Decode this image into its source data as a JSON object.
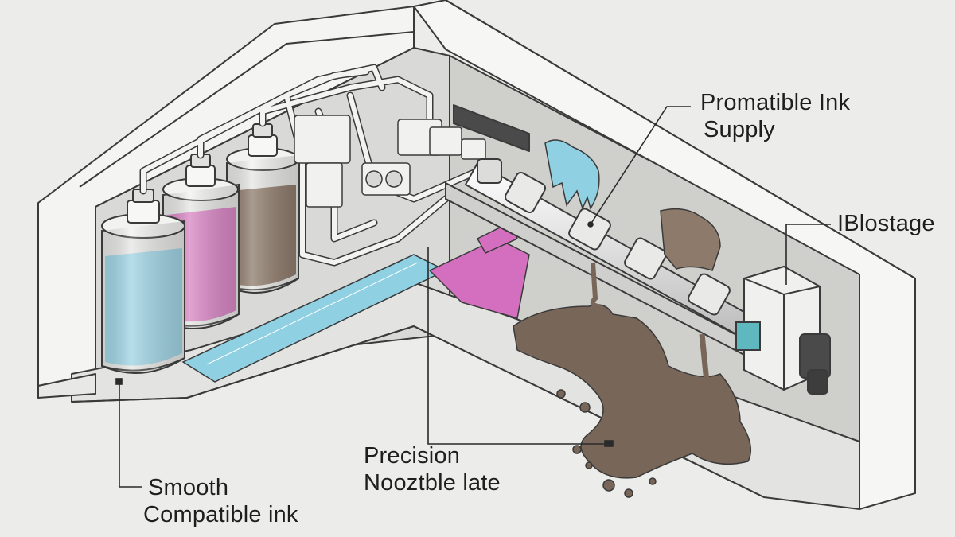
{
  "callouts": {
    "ink_supply": {
      "line1": "Promatible Ink",
      "line2": "Supply"
    },
    "stage": {
      "line1": "IBlostage"
    },
    "nozzle_plate": {
      "line1": "Precision",
      "line2": "Nooztble late"
    },
    "compatible_ink": {
      "line1": "Smooth",
      "line2": "Compatible ink"
    }
  },
  "reservoirs": [
    {
      "ink": "cyan",
      "color": "#9fd4e4"
    },
    {
      "ink": "magenta",
      "color": "#d885c4"
    },
    {
      "ink": "brown",
      "color": "#8e7a6b"
    }
  ],
  "colors": {
    "background": "#ececeb",
    "housing": "#f4f4f3",
    "outline": "#3a3a3a",
    "cyan_ink": "#8fd0e2",
    "magenta_ink": "#d46fbf",
    "spill_ink": "#786658"
  }
}
